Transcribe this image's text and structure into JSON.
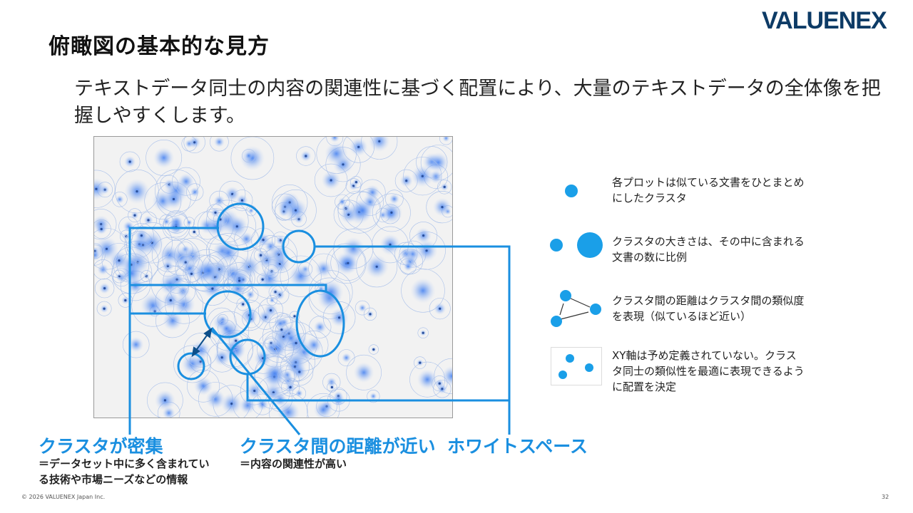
{
  "slide": {
    "title": "俯瞰図の基本的な見方",
    "logo": "VALUENEX",
    "subtitle": "テキストデータ同士の内容の関連性に基づく配置により、大量のテキストデータの全体像を把握しやすくします。",
    "footer": "© 2026 VALUENEX Japan Inc.",
    "page_number": "32",
    "accent_color": "#1a8fe0"
  },
  "legend": [
    {
      "icon": "single-cluster-icon",
      "text": "各プロットは似ている文書をひとまとめにしたクラスタ"
    },
    {
      "icon": "cluster-size-icon",
      "text": "クラスタの大きさは、その中に含まれる文書の数に比例"
    },
    {
      "icon": "cluster-distance-icon",
      "text": "クラスタ間の距離はクラスタ間の類似度を表現（似ているほど近い）"
    },
    {
      "icon": "xy-axis-icon",
      "text": "XY軸は予め定義されていない。クラスタ同士の類似性を最適に表現できるように配置を決定"
    }
  ],
  "callouts": [
    {
      "label": "クラスタが密集",
      "sub": [
        "＝データセット中に多く含まれてい",
        "る技術や市場ニーズなどの情報"
      ]
    },
    {
      "label": "クラスタ間の距離が近い",
      "sub": [
        "＝内容の関連性が高い"
      ]
    },
    {
      "label": "ホワイトスペース",
      "sub": []
    }
  ]
}
